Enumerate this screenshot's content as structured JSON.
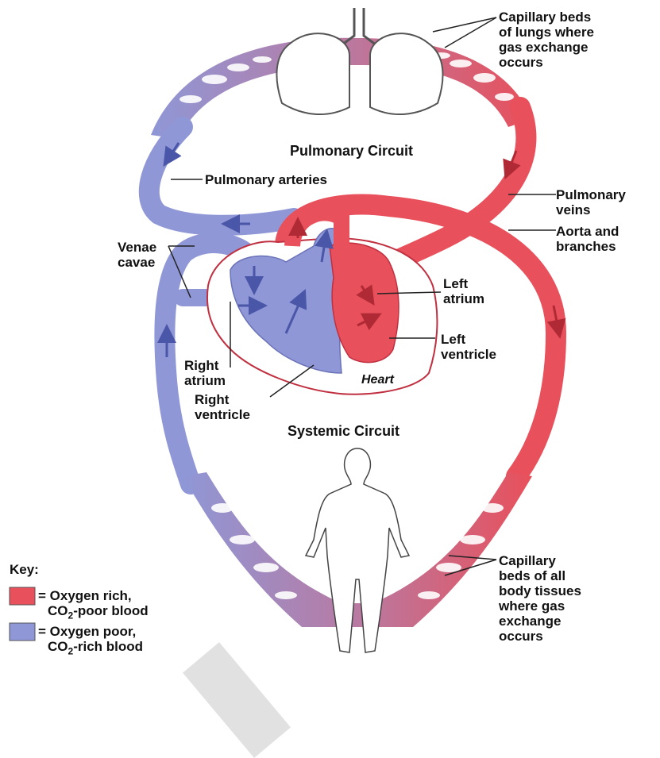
{
  "titles": {
    "pulmonary_circuit": "Pulmonary Circuit",
    "systemic_circuit": "Systemic Circuit",
    "heart": "Heart"
  },
  "labels": {
    "capillary_lungs": "Capillary beds\nof lungs where\ngas exchange\noccurs",
    "pulmonary_arteries": "Pulmonary arteries",
    "pulmonary_veins": "Pulmonary\nveins",
    "aorta": "Aorta and\nbranches",
    "venae_cavae": "Venae\ncavae",
    "left_atrium": "Left\natrium",
    "left_ventricle": "Left\nventricle",
    "right_atrium": "Right\natrium",
    "right_ventricle": "Right\nventricle",
    "capillary_body": "Capillary\nbeds of all\nbody tissues\nwhere gas\nexchange\noccurs"
  },
  "key": {
    "title": "Key:",
    "items": [
      {
        "color": "#e8505b",
        "line1": "= Oxygen rich,",
        "prefix": "CO",
        "sub": "2",
        "suffix": "-poor blood"
      },
      {
        "color": "#8f97d6",
        "line1": "= Oxygen poor,",
        "prefix": "CO",
        "sub": "2",
        "suffix": "-rich blood"
      }
    ]
  },
  "colors": {
    "oxygen_rich": "#e8505b",
    "oxygen_poor": "#8f97d6",
    "mixed": "#b97aa2",
    "arrow_red": "#b02a36",
    "arrow_blue": "#4a56a8"
  }
}
